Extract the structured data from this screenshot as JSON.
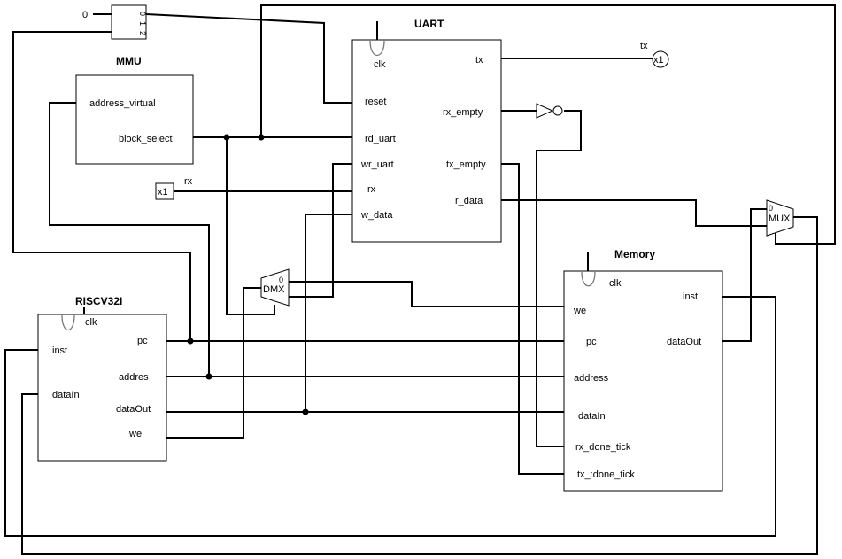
{
  "constant": {
    "value": "0"
  },
  "splitter": {
    "bits": [
      "0",
      "1",
      "2"
    ]
  },
  "mmu": {
    "title": "MMU",
    "ports": {
      "address_virtual": "address_virtual",
      "block_select": "block_select"
    }
  },
  "uart": {
    "title": "UART",
    "ports": {
      "clk": "clk",
      "reset": "reset",
      "rd_uart": "rd_uart",
      "wr_uart": "wr_uart",
      "rx": "rx",
      "w_data": "w_data",
      "tx": "tx",
      "rx_empty": "rx_empty",
      "tx_empty": "tx_empty",
      "r_data": "r_data"
    }
  },
  "cpu": {
    "title": "RISCV32I",
    "ports": {
      "clk": "clk",
      "inst": "inst",
      "dataIn": "dataIn",
      "pc": "pc",
      "addres": "addres",
      "dataOut": "dataOut",
      "we": "we"
    }
  },
  "memory": {
    "title": "Memory",
    "ports": {
      "clk": "clk",
      "we": "we",
      "pc": "pc",
      "address": "address",
      "dataIn": "dataIn",
      "rx_done_tick": "rx_done_tick",
      "tx_done_tick": "tx_:done_tick",
      "inst": "inst",
      "dataOut": "dataOut"
    }
  },
  "rx_input": {
    "pin": "x1",
    "label": "rx"
  },
  "tx_output": {
    "pin": "x1",
    "label": "tx"
  },
  "demux": {
    "label": "DMX",
    "sel0": "0"
  },
  "mux": {
    "label": "MUX",
    "sel0": "0"
  }
}
